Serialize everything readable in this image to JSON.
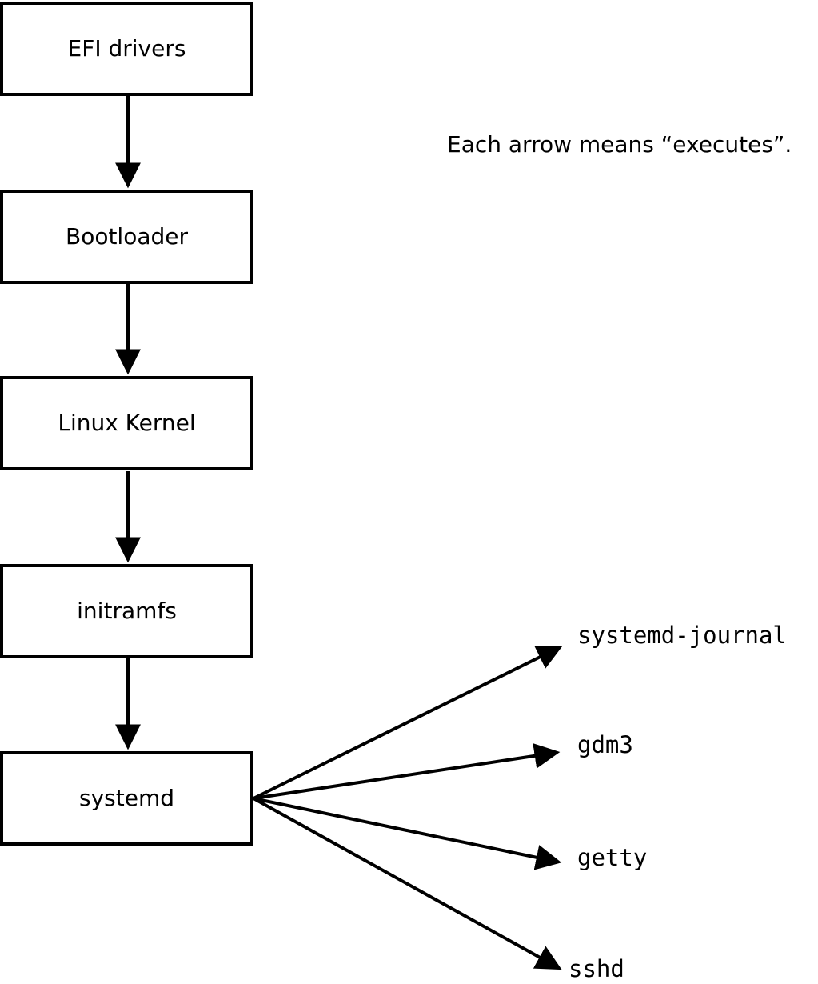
{
  "diagram": {
    "note": "Each arrow means “executes”.",
    "chain": [
      {
        "label": "EFI drivers"
      },
      {
        "label": "Bootloader"
      },
      {
        "label": "Linux Kernel"
      },
      {
        "label": "initramfs"
      },
      {
        "label": "systemd"
      }
    ],
    "spawned": [
      {
        "label": "systemd-journal"
      },
      {
        "label": "gdm3"
      },
      {
        "label": "getty"
      },
      {
        "label": "sshd"
      }
    ],
    "colors": {
      "stroke": "#000000",
      "box_fill": "#ffffff",
      "text": "#000000"
    }
  }
}
